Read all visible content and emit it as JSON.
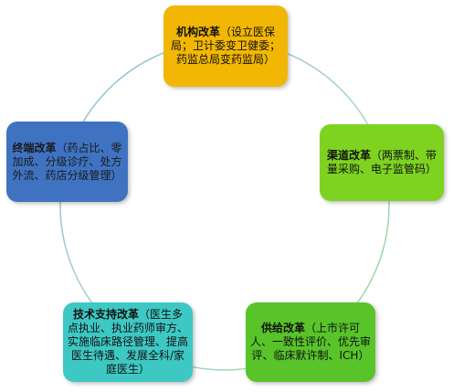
{
  "colors": {
    "ring_start": "#8fb8d8",
    "ring_end": "#8fd88f",
    "top": "#f2b705",
    "right": "#7ed321",
    "left": "#3f73c2",
    "bottom_left": "#3ec8c4",
    "bottom_right": "#58c42a"
  },
  "nodes": {
    "top": {
      "title": "机构改革",
      "detail": "（设立医保局；卫计委变卫健委；药监总局变药监局）"
    },
    "right": {
      "title": "渠道改革",
      "detail": "（两票制、带量采购、电子监管码）"
    },
    "left": {
      "title": "终端改革",
      "detail": "（药占比、零加成、分级诊疗、处方外流、药店分级管理）"
    },
    "bottom_left": {
      "title": "技术支持改革",
      "detail": "（医生多点执业、执业药师审方、实施临床路径管理、提高医生待遇、发展全科/家庭医生）"
    },
    "bottom_right": {
      "title": "供给改革",
      "detail": "（上市许可人、一致性评价、优先审评、临床默许制、ICH）"
    }
  }
}
